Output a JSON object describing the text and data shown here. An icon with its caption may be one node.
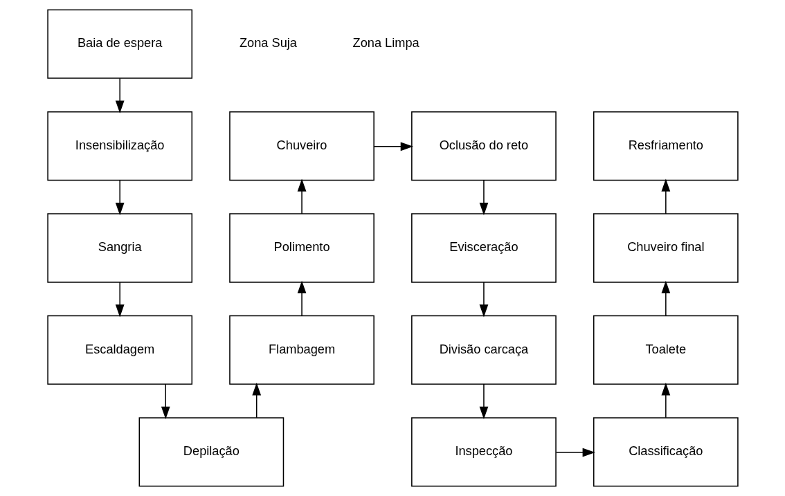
{
  "diagram": {
    "nodes": [
      {
        "text": [
          "Baia de espera"
        ]
      },
      {
        "text": [
          "Insensibilização"
        ]
      },
      {
        "text": [
          "Sangria"
        ]
      },
      {
        "text": [
          "Escaldagem"
        ]
      },
      {
        "text": [
          "Depilação"
        ]
      },
      {
        "text": [
          "Flambagem"
        ]
      },
      {
        "text": [
          "Polimento"
        ]
      },
      {
        "text": [
          "Chuveiro"
        ]
      },
      {
        "text": [
          "Oclusão do reto"
        ]
      },
      {
        "text": [
          "Evisceração"
        ]
      },
      {
        "text": [
          "Divisão carcaça"
        ]
      },
      {
        "text": [
          "Inspecção"
        ]
      },
      {
        "text": [
          "Classificação"
        ]
      },
      {
        "text": [
          "Toalete"
        ]
      },
      {
        "text": [
          "Chuveiro final"
        ]
      },
      {
        "text": [
          "Resfriamento"
        ]
      }
    ],
    "edges": [
      {
        "from": 0,
        "to": 1,
        "arrow": "to"
      },
      {
        "from": 1,
        "to": 2,
        "arrow": "to"
      },
      {
        "from": 2,
        "to": 3,
        "arrow": "to"
      },
      {
        "from": 3,
        "to": 4,
        "arrow": "to"
      },
      {
        "from": 4,
        "to": 5,
        "arrow": "to"
      },
      {
        "from": 5,
        "to": 6,
        "arrow": "to"
      },
      {
        "from": 6,
        "to": 7,
        "arrow": "to"
      },
      {
        "from": 7,
        "to": 8,
        "arrow": "to"
      },
      {
        "from": 8,
        "to": 9,
        "arrow": "to"
      },
      {
        "from": 9,
        "to": 10,
        "arrow": "to"
      },
      {
        "from": 10,
        "to": 11,
        "arrow": "to"
      },
      {
        "from": 11,
        "to": 12,
        "arrow": "to"
      },
      {
        "from": 12,
        "to": 13,
        "arrow": "to"
      },
      {
        "from": 13,
        "to": 14,
        "arrow": "to"
      },
      {
        "from": 14,
        "to": 15,
        "arrow": "to"
      }
    ],
    "labels": [
      "Zona Suja",
      "Zona Limpa"
    ]
  }
}
